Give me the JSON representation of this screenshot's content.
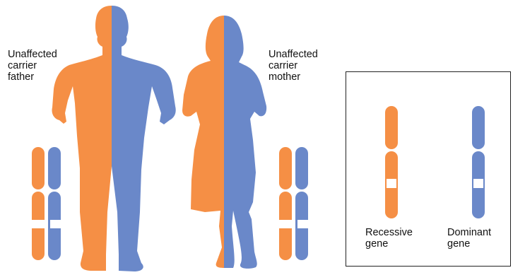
{
  "colors": {
    "recessive": "#F58F45",
    "dominant": "#6A88C9",
    "allele_marker": "#FFFFFF",
    "box_border": "#222222",
    "text": "#111111"
  },
  "people": {
    "father": {
      "label": "Unaffected\ncarrier\nfather"
    },
    "mother": {
      "label": "Unaffected\ncarrier\nmother"
    }
  },
  "legend": {
    "recessive": {
      "label": "Recessive\ngene"
    },
    "dominant": {
      "label": "Dominant\ngene"
    }
  }
}
